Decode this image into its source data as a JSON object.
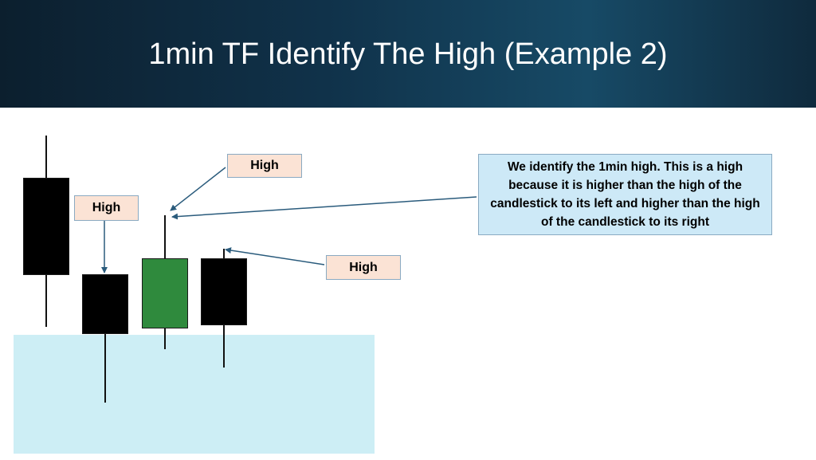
{
  "title": "1min TF Identify The High (Example 2)",
  "colors": {
    "header_bg": "#10324a",
    "bearish_candle": "#000000",
    "bullish_candle": "#2f8a3d",
    "zone_fill": "#cdeef5",
    "label_fill": "#fbe3d5",
    "note_fill": "#cde9f7",
    "arrow": "#2a5b7c"
  },
  "candles": [
    {
      "index": 1,
      "direction": "bearish",
      "color": "black"
    },
    {
      "index": 2,
      "direction": "bearish",
      "color": "black"
    },
    {
      "index": 3,
      "direction": "bullish",
      "color": "green"
    },
    {
      "index": 4,
      "direction": "bearish",
      "color": "black"
    }
  ],
  "labels": {
    "high_candle2": "High",
    "high_candle3": "High",
    "high_candle4": "High"
  },
  "note": "We identify the 1min high. This is a high because it is higher than the high of the candlestick to its left and higher than the high of the candlestick to its right"
}
